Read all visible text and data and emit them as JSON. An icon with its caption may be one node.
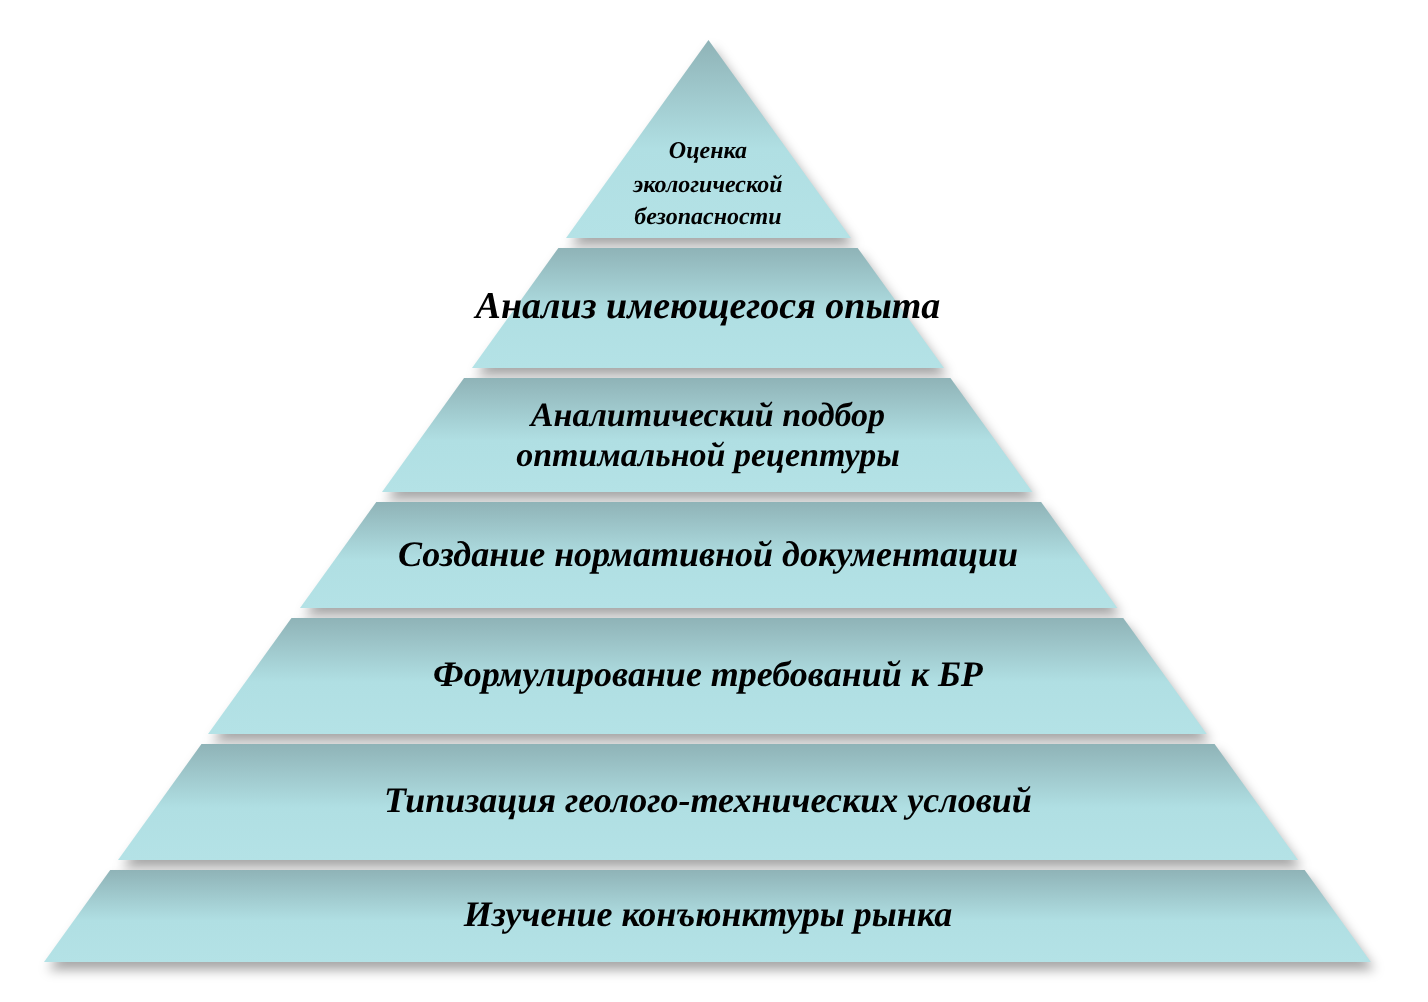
{
  "diagram": {
    "nodes": [
      {
        "text": [
          "Оценка экологической безопасности"
        ]
      },
      {
        "text": [
          "Анализ имеющегося опыта"
        ]
      },
      {
        "text": [
          "Аналитический подбор оптимальной рецептуры"
        ]
      },
      {
        "text": [
          "Создание нормативной документации"
        ]
      },
      {
        "text": [
          "Формулирование требований к БР"
        ]
      },
      {
        "text": [
          "Типизация геолого-технических условий"
        ]
      },
      {
        "text": [
          "Изучение конъюнктуры рынка"
        ]
      }
    ]
  }
}
